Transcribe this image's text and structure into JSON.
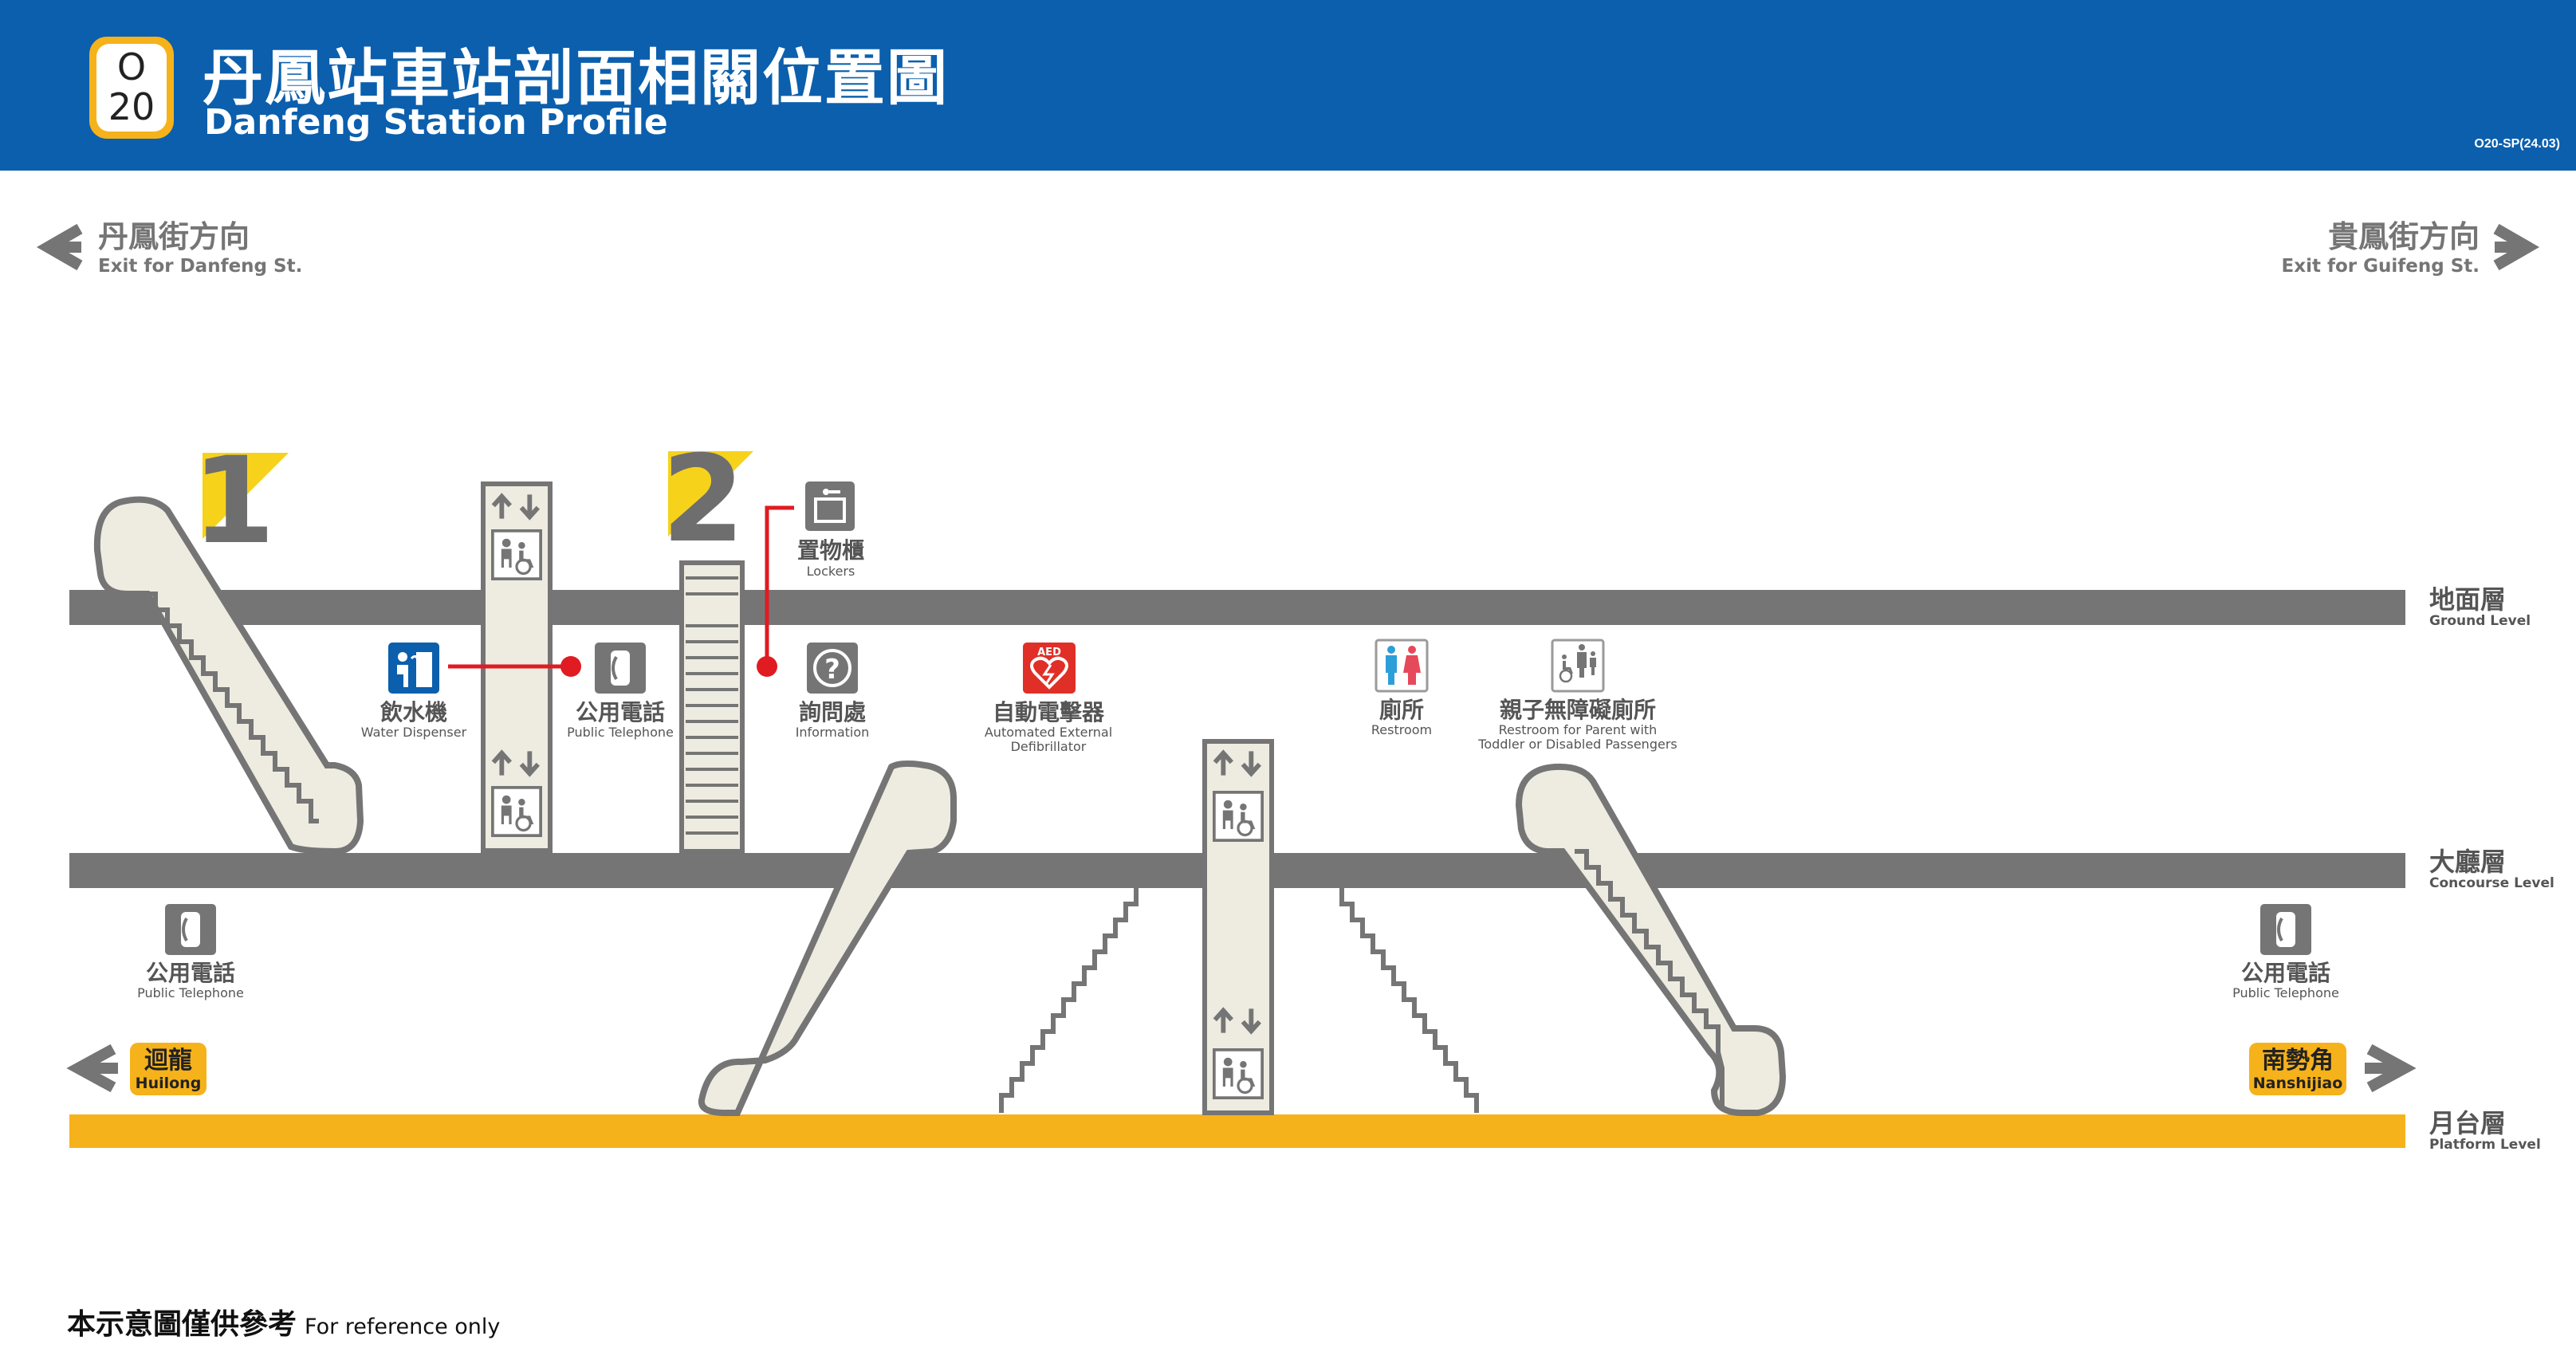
{
  "header": {
    "line_code_top": "O",
    "line_code_bottom": "20",
    "title_zh": "丹鳳站車站剖面相關位置圖",
    "title_en": "Danfeng Station Profile",
    "doc_code": "O20-SP(24.03)"
  },
  "exits": {
    "left": {
      "zh": "丹鳳街方向",
      "en": "Exit for Danfeng St."
    },
    "right": {
      "zh": "貴鳳街方向",
      "en": "Exit for Guifeng St."
    },
    "exit_1": "1",
    "exit_2": "2"
  },
  "levels": {
    "ground": {
      "zh": "地面層",
      "en": "Ground Level"
    },
    "concourse": {
      "zh": "大廳層",
      "en": "Concourse Level"
    },
    "platform": {
      "zh": "月台層",
      "en": "Platform Level"
    }
  },
  "facilities": {
    "lockers": {
      "zh": "置物櫃",
      "en": "Lockers"
    },
    "water": {
      "zh": "飲水機",
      "en": "Water Dispenser"
    },
    "phone": {
      "zh": "公用電話",
      "en": "Public Telephone"
    },
    "info": {
      "zh": "詢問處",
      "en": "Information"
    },
    "aed": {
      "zh": "自動電擊器",
      "en1": "Automated External",
      "en2": "Defibrillator",
      "badge": "AED"
    },
    "restroom": {
      "zh": "廁所",
      "en": "Restroom"
    },
    "family_restroom": {
      "zh": "親子無障礙廁所",
      "en1": "Restroom for Parent with",
      "en2": "Toddler or Disabled Passengers"
    },
    "phone_left": {
      "zh": "公用電話",
      "en": "Public Telephone"
    },
    "phone_right": {
      "zh": "公用電話",
      "en": "Public Telephone"
    }
  },
  "directions": {
    "left": {
      "zh": "迴龍",
      "en": "Huilong"
    },
    "right": {
      "zh": "南勢角",
      "en": "Nanshijiao"
    }
  },
  "note": {
    "zh": "本示意圖僅供參考",
    "en": "For reference only"
  },
  "colors": {
    "header_blue": "#0b5fad",
    "line_orange": "#f6b21b",
    "level_gray": "#757575",
    "structure_beige": "#eeece1",
    "marker_red": "#e01b22",
    "aed_red": "#e02f27"
  }
}
